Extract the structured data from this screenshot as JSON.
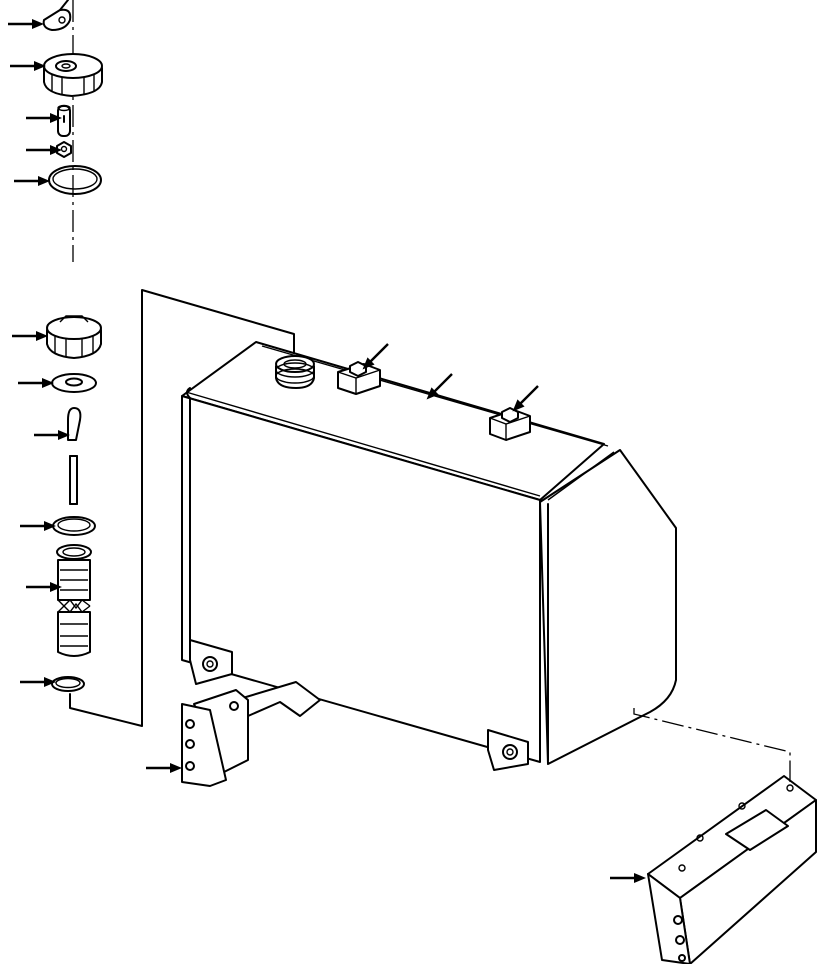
{
  "diagram": {
    "type": "exploded-parts-view",
    "colors": {
      "line": "#000000",
      "background": "#ffffff"
    },
    "parts": [
      "tag",
      "breather-cap",
      "pin",
      "nut",
      "snap-ring",
      "filler-cap",
      "washer",
      "dipstick",
      "retaining-ring",
      "strainer",
      "lower-ring",
      "hydraulic-tank",
      "left-mounting-bracket",
      "right-mounting-bracket"
    ],
    "callout_count": 16
  }
}
